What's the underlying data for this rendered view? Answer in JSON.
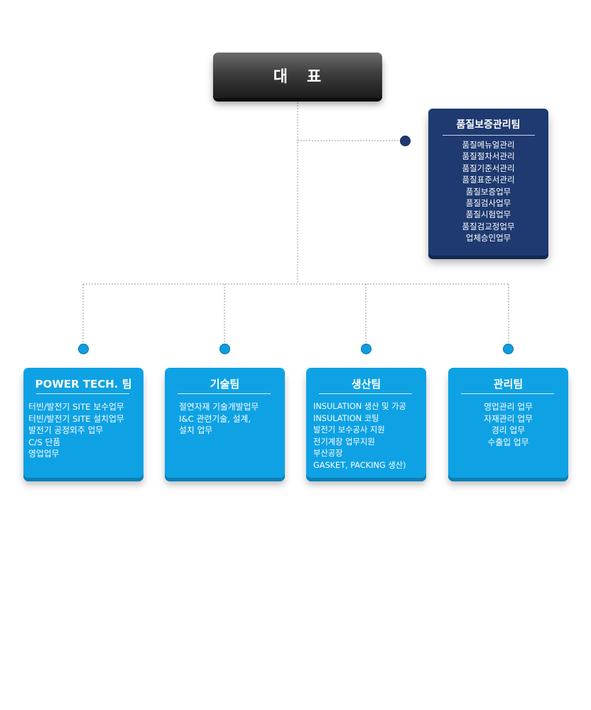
{
  "ceo": {
    "label": "대   표"
  },
  "qa_team": {
    "title": "품질보증관리팀",
    "items": [
      "품질메뉴얼관리",
      "품질절차서관리",
      "품질기준서관리",
      "품질표준서관리",
      "품질보증업무",
      "품질검사업무",
      "품질시험업무",
      "품질검교정업무",
      "업체승인업무"
    ]
  },
  "teams": [
    {
      "title": "POWER TECH. 팀",
      "items": [
        "터빈/발전기 SITE 보수업무",
        "터빈/발전기 SITE 설치업무",
        "발전기 공정외주 업무",
        "C/S 단품",
        "영업업무"
      ]
    },
    {
      "title": "기술팀",
      "items": [
        "절연자재 기술개발업무",
        "I&C 관련기술, 설계,",
        "설치 업무"
      ]
    },
    {
      "title": "생산팀",
      "items": [
        "INSULATION 생산 및 가공",
        "INSULATION  코팅",
        "발전기 보수공사 지원",
        "전기계장 업무지원",
        "부산공장",
        "GASKET, PACKING 생산)"
      ]
    },
    {
      "title": "관리팀",
      "items": [
        "영업관리 업무",
        "자재관리 업무",
        "경리 업무",
        "수출입 업무"
      ]
    }
  ],
  "colors": {
    "ceo_box": "#2e2e2e",
    "qa_box": "#1e3a70",
    "team_box": "#0ea2e4",
    "connector": "#9a9a9a"
  }
}
